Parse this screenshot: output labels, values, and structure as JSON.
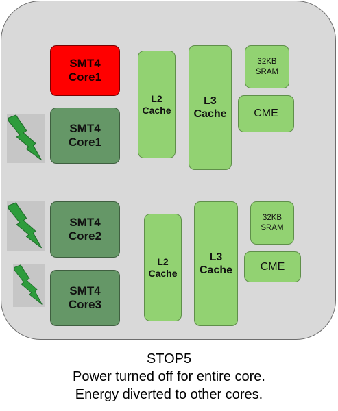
{
  "diagram": {
    "core_top": "SMT4\nCore1",
    "core_mid": "SMT4\nCore1",
    "core_2": "SMT4\nCore2",
    "core_3": "SMT4\nCore3",
    "l2_top": "L2\nCache",
    "l3_top": "L3\nCache",
    "sram_top": "32KB\nSRAM",
    "cme_top": "CME",
    "l2_bottom": "L2\nCache",
    "l3_bottom": "L3\nCache",
    "sram_bottom": "32KB\nSRAM",
    "cme_bottom": "CME",
    "icon": "lightning-icon"
  },
  "caption": {
    "line1": "STOP5",
    "line2": "Power turned off for entire core.",
    "line3": "Energy diverted to other cores."
  },
  "colors": {
    "core_off": "#ff0000",
    "core_on": "#659767",
    "cache": "#92d272",
    "bolt": "#2e9c3c",
    "chip_bg": "#d9d9d9"
  }
}
